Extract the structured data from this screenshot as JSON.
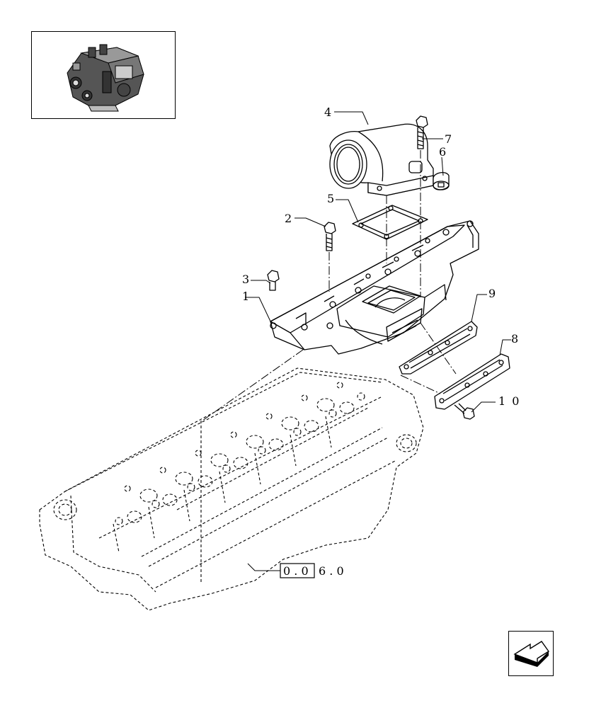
{
  "callouts": [
    {
      "id": "c1",
      "label": "1"
    },
    {
      "id": "c2",
      "label": "2"
    },
    {
      "id": "c3",
      "label": "3"
    },
    {
      "id": "c4",
      "label": "4"
    },
    {
      "id": "c5",
      "label": "5"
    },
    {
      "id": "c6",
      "label": "6"
    },
    {
      "id": "c7",
      "label": "7"
    },
    {
      "id": "c8",
      "label": "8"
    },
    {
      "id": "c9",
      "label": "9"
    },
    {
      "id": "c10",
      "label": "1 0"
    }
  ],
  "reference": {
    "boxed": "0 . 0",
    "rest": "6 . 0"
  },
  "icons": {
    "thumbnail": "engine-thumbnail-icon",
    "navigate": "next-page-arrow-icon"
  }
}
